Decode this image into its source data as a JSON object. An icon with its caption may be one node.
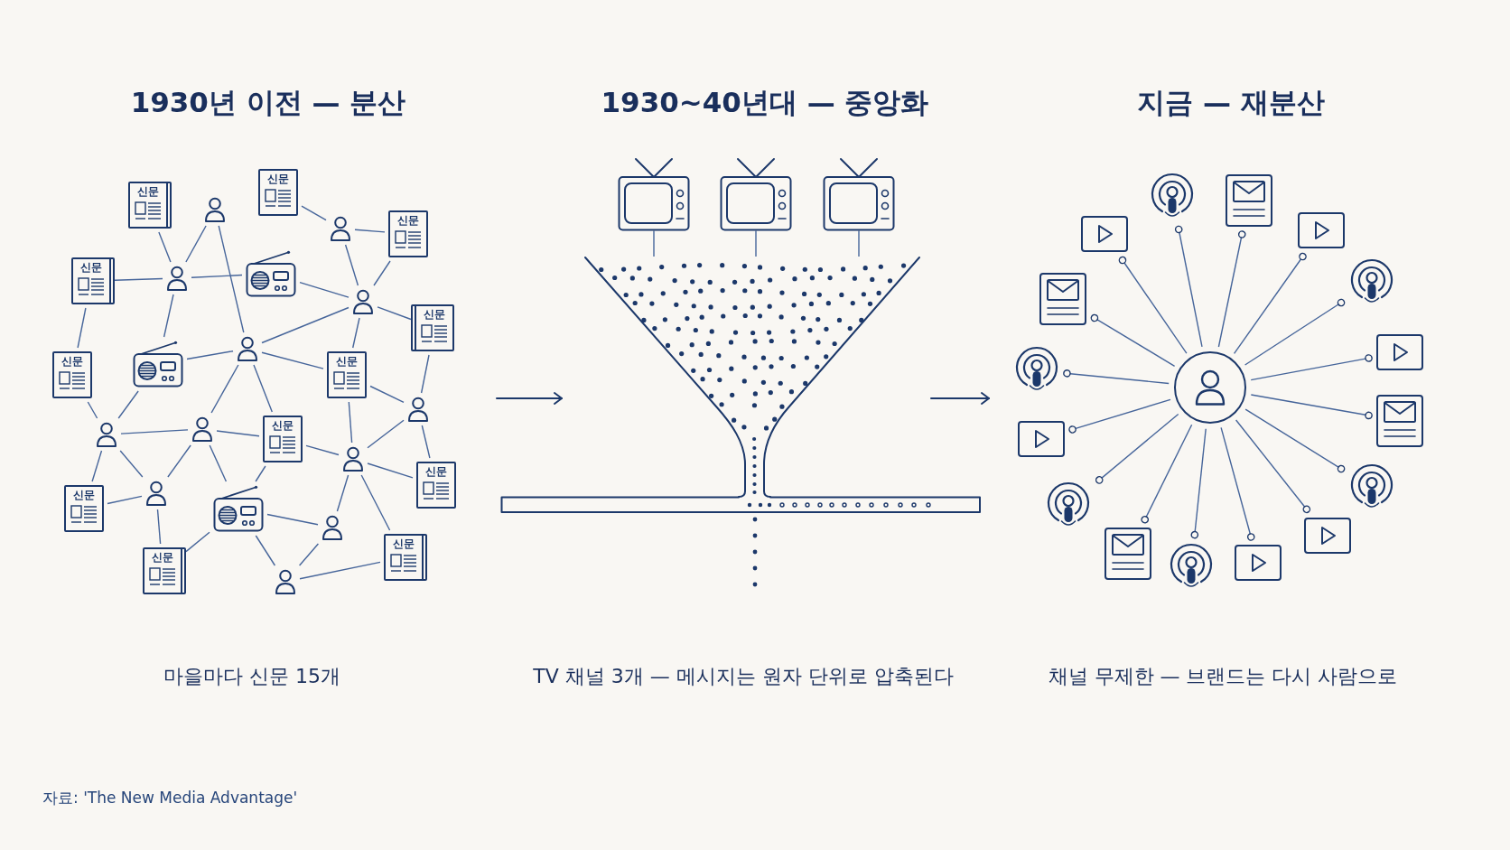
{
  "diagram": {
    "nodes": [
      {
        "text": [
          "신문"
        ]
      },
      {
        "text": [
          "신문"
        ]
      },
      {
        "text": [],
        "shape": "person"
      },
      {
        "text": [],
        "shape": "person"
      },
      {
        "text": [
          "신문"
        ]
      },
      {
        "text": [
          "신문"
        ]
      },
      {
        "text": [],
        "shape": "person"
      },
      {
        "text": [],
        "shape": "picture"
      },
      {
        "text": [],
        "shape": "person"
      },
      {
        "text": [
          "신문"
        ]
      },
      {
        "text": [],
        "shape": "person"
      },
      {
        "text": [],
        "shape": "picture"
      },
      {
        "text": [
          "신문"
        ]
      },
      {
        "text": [
          "신문"
        ]
      },
      {
        "text": [],
        "shape": "person"
      },
      {
        "text": [],
        "shape": "person"
      },
      {
        "text": [],
        "shape": "person"
      },
      {
        "text": [
          "신문"
        ]
      },
      {
        "text": [],
        "shape": "person"
      },
      {
        "text": [
          "신문"
        ]
      },
      {
        "text": [
          "신문"
        ]
      },
      {
        "text": [],
        "shape": "person"
      },
      {
        "text": [],
        "shape": "picture"
      },
      {
        "text": [],
        "shape": "person"
      },
      {
        "text": [
          "신문"
        ]
      },
      {
        "text": [
          "신문"
        ]
      },
      {
        "text": [],
        "shape": "person"
      },
      {
        "text": [],
        "shape": "picture"
      },
      {
        "text": [],
        "shape": "picture"
      },
      {
        "text": [],
        "shape": "picture"
      },
      {
        "text": [],
        "shape": "funnel"
      },
      {
        "text": [],
        "shape": "circle"
      },
      {
        "text": [],
        "shape": "picture"
      },
      {
        "text": [],
        "shape": "picture"
      },
      {
        "text": [],
        "shape": "picture"
      },
      {
        "text": [],
        "shape": "picture"
      },
      {
        "text": [],
        "shape": "picture"
      },
      {
        "text": [],
        "shape": "picture"
      },
      {
        "text": [],
        "shape": "picture"
      },
      {
        "text": [],
        "shape": "picture"
      },
      {
        "text": [],
        "shape": "picture"
      },
      {
        "text": [],
        "shape": "picture"
      },
      {
        "text": [],
        "shape": "picture"
      },
      {
        "text": [],
        "shape": "picture"
      },
      {
        "text": [],
        "shape": "picture"
      },
      {
        "text": [],
        "shape": "picture"
      },
      {
        "text": [],
        "shape": "picture"
      },
      {
        "text": [],
        "shape": "picture"
      }
    ],
    "edges": [
      {
        "from": 1,
        "to": 6,
        "arrow": "none"
      },
      {
        "from": 2,
        "to": 6,
        "arrow": "none"
      },
      {
        "from": 2,
        "to": 10,
        "arrow": "none"
      },
      {
        "from": 0,
        "to": 3,
        "arrow": "none"
      },
      {
        "from": 3,
        "to": 4,
        "arrow": "none"
      },
      {
        "from": 3,
        "to": 8,
        "arrow": "none"
      },
      {
        "from": 4,
        "to": 8,
        "arrow": "none"
      },
      {
        "from": 5,
        "to": 6,
        "arrow": "none"
      },
      {
        "from": 6,
        "to": 7,
        "arrow": "none"
      },
      {
        "from": 7,
        "to": 8,
        "arrow": "none"
      },
      {
        "from": 8,
        "to": 9,
        "arrow": "none"
      },
      {
        "from": 6,
        "to": 11,
        "arrow": "none"
      },
      {
        "from": 5,
        "to": 12,
        "arrow": "none"
      },
      {
        "from": 10,
        "to": 8,
        "arrow": "none"
      },
      {
        "from": 10,
        "to": 11,
        "arrow": "none"
      },
      {
        "from": 10,
        "to": 13,
        "arrow": "none"
      },
      {
        "from": 8,
        "to": 13,
        "arrow": "none"
      },
      {
        "from": 9,
        "to": 14,
        "arrow": "none"
      },
      {
        "from": 10,
        "to": 15,
        "arrow": "none"
      },
      {
        "from": 10,
        "to": 17,
        "arrow": "none"
      },
      {
        "from": 12,
        "to": 16,
        "arrow": "none"
      },
      {
        "from": 11,
        "to": 16,
        "arrow": "none"
      },
      {
        "from": 16,
        "to": 15,
        "arrow": "none"
      },
      {
        "from": 15,
        "to": 17,
        "arrow": "none"
      },
      {
        "from": 13,
        "to": 18,
        "arrow": "none"
      },
      {
        "from": 13,
        "to": 14,
        "arrow": "none"
      },
      {
        "from": 14,
        "to": 18,
        "arrow": "none"
      },
      {
        "from": 17,
        "to": 18,
        "arrow": "none"
      },
      {
        "from": 18,
        "to": 19,
        "arrow": "none"
      },
      {
        "from": 14,
        "to": 19,
        "arrow": "none"
      },
      {
        "from": 16,
        "to": 20,
        "arrow": "none"
      },
      {
        "from": 16,
        "to": 21,
        "arrow": "none"
      },
      {
        "from": 15,
        "to": 21,
        "arrow": "none"
      },
      {
        "from": 15,
        "to": 22,
        "arrow": "none"
      },
      {
        "from": 17,
        "to": 22,
        "arrow": "none"
      },
      {
        "from": 18,
        "to": 23,
        "arrow": "none"
      },
      {
        "from": 18,
        "to": 24,
        "arrow": "none"
      },
      {
        "from": 20,
        "to": 21,
        "arrow": "none"
      },
      {
        "from": 21,
        "to": 25,
        "arrow": "none"
      },
      {
        "from": 22,
        "to": 23,
        "arrow": "none"
      },
      {
        "from": 22,
        "to": 25,
        "arrow": "none"
      },
      {
        "from": 22,
        "to": 26,
        "arrow": "none"
      },
      {
        "from": 23,
        "to": 26,
        "arrow": "none"
      },
      {
        "from": 26,
        "to": 24,
        "arrow": "none"
      },
      {
        "from": 27,
        "to": 30,
        "arrow": "none"
      },
      {
        "from": 28,
        "to": 30,
        "arrow": "none"
      },
      {
        "from": 29,
        "to": 30,
        "arrow": "none"
      },
      {
        "from": 31,
        "to": 32,
        "arrow": "other"
      },
      {
        "from": 31,
        "to": 33,
        "arrow": "other"
      },
      {
        "from": 31,
        "to": 34,
        "arrow": "other"
      },
      {
        "from": 31,
        "to": 35,
        "arrow": "other"
      },
      {
        "from": 31,
        "to": 36,
        "arrow": "other"
      },
      {
        "from": 31,
        "to": 37,
        "arrow": "other"
      },
      {
        "from": 31,
        "to": 38,
        "arrow": "other"
      },
      {
        "from": 31,
        "to": 39,
        "arrow": "other"
      },
      {
        "from": 31,
        "to": 40,
        "arrow": "other"
      },
      {
        "from": 31,
        "to": 41,
        "arrow": "other"
      },
      {
        "from": 31,
        "to": 42,
        "arrow": "other"
      },
      {
        "from": 31,
        "to": 43,
        "arrow": "other"
      },
      {
        "from": 31,
        "to": 44,
        "arrow": "other"
      },
      {
        "from": 31,
        "to": 45,
        "arrow": "other"
      },
      {
        "from": 31,
        "to": 46,
        "arrow": "other"
      },
      {
        "from": 31,
        "to": 47,
        "arrow": "other"
      }
    ],
    "labels": [
      "1930년 이전 — 분산",
      "1930~40년대 — 중앙화",
      "지금 — 재분산",
      "마을마다 신문 15개",
      "TV 채널 3개 — 메시지는 원자 단위로 압축된다",
      "채널 무제한 — 브랜드는 다시 사람으로",
      "자료: 'The New Media Advantage'"
    ]
  }
}
